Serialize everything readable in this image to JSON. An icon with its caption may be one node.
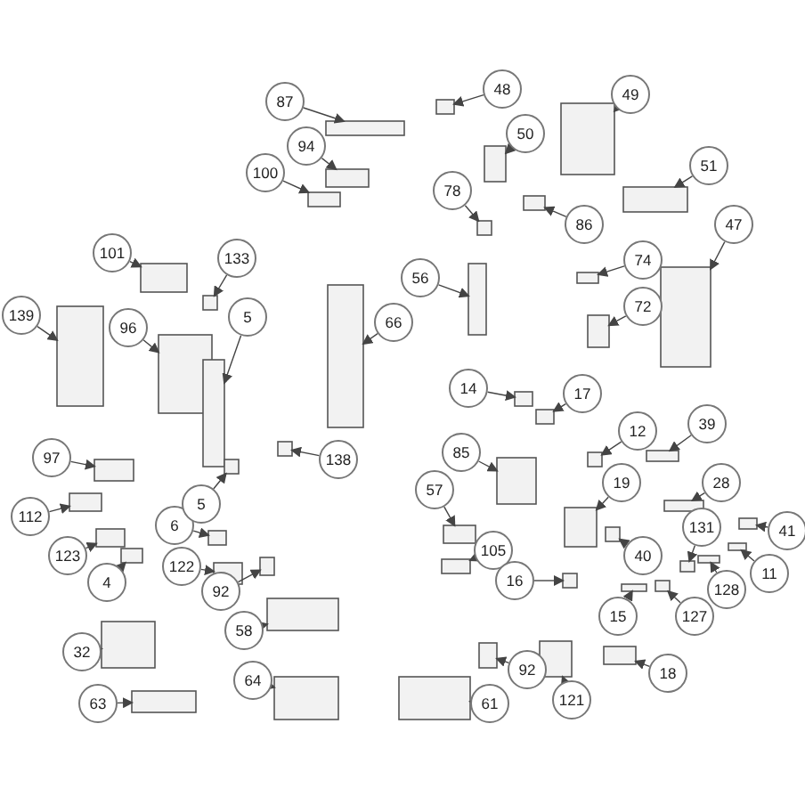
{
  "diagram": {
    "nodes": [
      {
        "text": [
          "87"
        ]
      },
      {
        "text": [
          "48"
        ]
      },
      {
        "text": [
          "49"
        ]
      },
      {
        "text": [
          "94"
        ]
      },
      {
        "text": [
          "50"
        ]
      },
      {
        "text": [
          "100"
        ]
      },
      {
        "text": [
          "78"
        ]
      },
      {
        "text": [
          "51"
        ]
      },
      {
        "text": [
          "86"
        ]
      },
      {
        "text": [
          "47"
        ]
      },
      {
        "text": [
          "101"
        ]
      },
      {
        "text": [
          "133"
        ]
      },
      {
        "text": [
          "56"
        ]
      },
      {
        "text": [
          "74"
        ]
      },
      {
        "text": [
          "139"
        ]
      },
      {
        "text": [
          "96"
        ]
      },
      {
        "text": [
          "66"
        ]
      },
      {
        "text": [
          "72"
        ]
      },
      {
        "text": [
          "5"
        ]
      },
      {
        "text": [
          "14"
        ]
      },
      {
        "text": [
          "17"
        ]
      },
      {
        "text": [
          "138"
        ]
      },
      {
        "text": [
          "97"
        ]
      },
      {
        "text": [
          "85"
        ]
      },
      {
        "text": [
          "12"
        ]
      },
      {
        "text": [
          "39"
        ]
      },
      {
        "text": [
          "112"
        ]
      },
      {
        "text": [
          "6"
        ]
      },
      {
        "text": [
          "5"
        ]
      },
      {
        "text": [
          "123"
        ]
      },
      {
        "text": [
          "57"
        ]
      },
      {
        "text": [
          "19"
        ]
      },
      {
        "text": [
          "28"
        ]
      },
      {
        "text": [
          "4"
        ]
      },
      {
        "text": [
          "122"
        ]
      },
      {
        "text": [
          "92"
        ]
      },
      {
        "text": [
          "131"
        ]
      },
      {
        "text": [
          "41"
        ]
      },
      {
        "text": [
          "40"
        ]
      },
      {
        "text": [
          "105"
        ]
      },
      {
        "text": [
          "16"
        ]
      },
      {
        "text": [
          "128"
        ]
      },
      {
        "text": [
          "11"
        ]
      },
      {
        "text": [
          "127"
        ]
      },
      {
        "text": [
          "58"
        ]
      },
      {
        "text": [
          "15"
        ]
      },
      {
        "text": [
          "32"
        ]
      },
      {
        "text": [
          "64"
        ]
      },
      {
        "text": [
          "92"
        ]
      },
      {
        "text": [
          "121"
        ]
      },
      {
        "text": [
          "18"
        ]
      },
      {
        "text": [
          "61"
        ]
      },
      {
        "text": [
          "63"
        ]
      },
      {
        "text": [],
        "shape": "box"
      },
      {
        "text": [],
        "shape": "box"
      },
      {
        "text": [],
        "shape": "box"
      },
      {
        "text": [],
        "shape": "box"
      },
      {
        "text": [],
        "shape": "box"
      },
      {
        "text": [],
        "shape": "box"
      },
      {
        "text": [],
        "shape": "box"
      },
      {
        "text": [],
        "shape": "box"
      },
      {
        "text": [],
        "shape": "box"
      },
      {
        "text": [],
        "shape": "box"
      },
      {
        "text": [],
        "shape": "box"
      },
      {
        "text": [],
        "shape": "box"
      },
      {
        "text": [],
        "shape": "box"
      },
      {
        "text": [],
        "shape": "box"
      },
      {
        "text": [],
        "shape": "box"
      },
      {
        "text": [],
        "shape": "box"
      },
      {
        "text": [],
        "shape": "box"
      },
      {
        "text": [],
        "shape": "box"
      },
      {
        "text": [],
        "shape": "box"
      },
      {
        "text": [],
        "shape": "box"
      },
      {
        "text": [],
        "shape": "box"
      },
      {
        "text": [],
        "shape": "box"
      },
      {
        "text": [],
        "shape": "box"
      },
      {
        "text": [],
        "shape": "box"
      },
      {
        "text": [],
        "shape": "box"
      },
      {
        "text": [],
        "shape": "box"
      },
      {
        "text": [],
        "shape": "box"
      },
      {
        "text": [],
        "shape": "box"
      },
      {
        "text": [],
        "shape": "box"
      },
      {
        "text": [],
        "shape": "box"
      },
      {
        "text": [],
        "shape": "box"
      },
      {
        "text": [],
        "shape": "box"
      },
      {
        "text": [],
        "shape": "box"
      },
      {
        "text": [],
        "shape": "box"
      },
      {
        "text": [],
        "shape": "box"
      },
      {
        "text": [],
        "shape": "box"
      },
      {
        "text": [],
        "shape": "box"
      },
      {
        "text": [],
        "shape": "box"
      },
      {
        "text": [],
        "shape": "box"
      },
      {
        "text": [],
        "shape": "box"
      },
      {
        "text": [],
        "shape": "box"
      },
      {
        "text": [],
        "shape": "box"
      },
      {
        "text": [],
        "shape": "box"
      },
      {
        "text": [],
        "shape": "box"
      },
      {
        "text": [],
        "shape": "box"
      },
      {
        "text": [],
        "shape": "box"
      },
      {
        "text": [],
        "shape": "box"
      },
      {
        "text": [],
        "shape": "box"
      },
      {
        "text": [],
        "shape": "box"
      },
      {
        "text": [],
        "shape": "box"
      },
      {
        "text": [],
        "shape": "box"
      },
      {
        "text": [],
        "shape": "box"
      },
      {
        "text": [],
        "shape": "box"
      }
    ],
    "edges": [
      {
        "from": 0,
        "to": 53,
        "arrow": "to"
      },
      {
        "from": 1,
        "to": 54,
        "arrow": "to"
      },
      {
        "from": 2,
        "to": 55,
        "arrow": "to"
      },
      {
        "from": 3,
        "to": 56,
        "arrow": "to"
      },
      {
        "from": 4,
        "to": 57,
        "arrow": "to"
      },
      {
        "from": 5,
        "to": 58,
        "arrow": "to"
      },
      {
        "from": 6,
        "to": 59,
        "arrow": "to"
      },
      {
        "from": 7,
        "to": 60,
        "arrow": "to"
      },
      {
        "from": 8,
        "to": 61,
        "arrow": "to"
      },
      {
        "from": 9,
        "to": 62,
        "arrow": "to"
      },
      {
        "from": 10,
        "to": 63,
        "arrow": "to"
      },
      {
        "from": 11,
        "to": 64,
        "arrow": "to"
      },
      {
        "from": 12,
        "to": 65,
        "arrow": "to"
      },
      {
        "from": 13,
        "to": 66,
        "arrow": "to"
      },
      {
        "from": 14,
        "to": 67,
        "arrow": "to"
      },
      {
        "from": 15,
        "to": 68,
        "arrow": "to"
      },
      {
        "from": 16,
        "to": 69,
        "arrow": "to"
      },
      {
        "from": 17,
        "to": 70,
        "arrow": "to"
      },
      {
        "from": 18,
        "to": 71,
        "arrow": "to"
      },
      {
        "from": 19,
        "to": 72,
        "arrow": "to"
      },
      {
        "from": 20,
        "to": 73,
        "arrow": "to"
      },
      {
        "from": 21,
        "to": 74,
        "arrow": "to"
      },
      {
        "from": 22,
        "to": 75,
        "arrow": "to"
      },
      {
        "from": 23,
        "to": 76,
        "arrow": "to"
      },
      {
        "from": 24,
        "to": 77,
        "arrow": "to"
      },
      {
        "from": 25,
        "to": 78,
        "arrow": "to"
      },
      {
        "from": 26,
        "to": 79,
        "arrow": "to"
      },
      {
        "from": 27,
        "to": 80,
        "arrow": "to"
      },
      {
        "from": 28,
        "to": 81,
        "arrow": "to"
      },
      {
        "from": 29,
        "to": 82,
        "arrow": "to"
      },
      {
        "from": 30,
        "to": 83,
        "arrow": "to"
      },
      {
        "from": 31,
        "to": 84,
        "arrow": "to"
      },
      {
        "from": 32,
        "to": 85,
        "arrow": "to"
      },
      {
        "from": 33,
        "to": 86,
        "arrow": "to"
      },
      {
        "from": 34,
        "to": 87,
        "arrow": "to"
      },
      {
        "from": 35,
        "to": 88,
        "arrow": "to"
      },
      {
        "from": 36,
        "to": 89,
        "arrow": "to"
      },
      {
        "from": 37,
        "to": 90,
        "arrow": "to"
      },
      {
        "from": 38,
        "to": 91,
        "arrow": "to"
      },
      {
        "from": 39,
        "to": 92,
        "arrow": "to"
      },
      {
        "from": 40,
        "to": 93,
        "arrow": "to"
      },
      {
        "from": 41,
        "to": 94,
        "arrow": "to"
      },
      {
        "from": 42,
        "to": 95,
        "arrow": "to"
      },
      {
        "from": 43,
        "to": 96,
        "arrow": "to"
      },
      {
        "from": 44,
        "to": 97,
        "arrow": "to"
      },
      {
        "from": 45,
        "to": 98,
        "arrow": "to"
      },
      {
        "from": 46,
        "to": 99,
        "arrow": "to"
      },
      {
        "from": 47,
        "to": 100,
        "arrow": "to"
      },
      {
        "from": 48,
        "to": 101,
        "arrow": "to"
      },
      {
        "from": 49,
        "to": 102,
        "arrow": "to"
      },
      {
        "from": 50,
        "to": 103,
        "arrow": "to"
      },
      {
        "from": 51,
        "to": 104,
        "arrow": "to"
      },
      {
        "from": 52,
        "to": 105,
        "arrow": "to"
      }
    ]
  }
}
